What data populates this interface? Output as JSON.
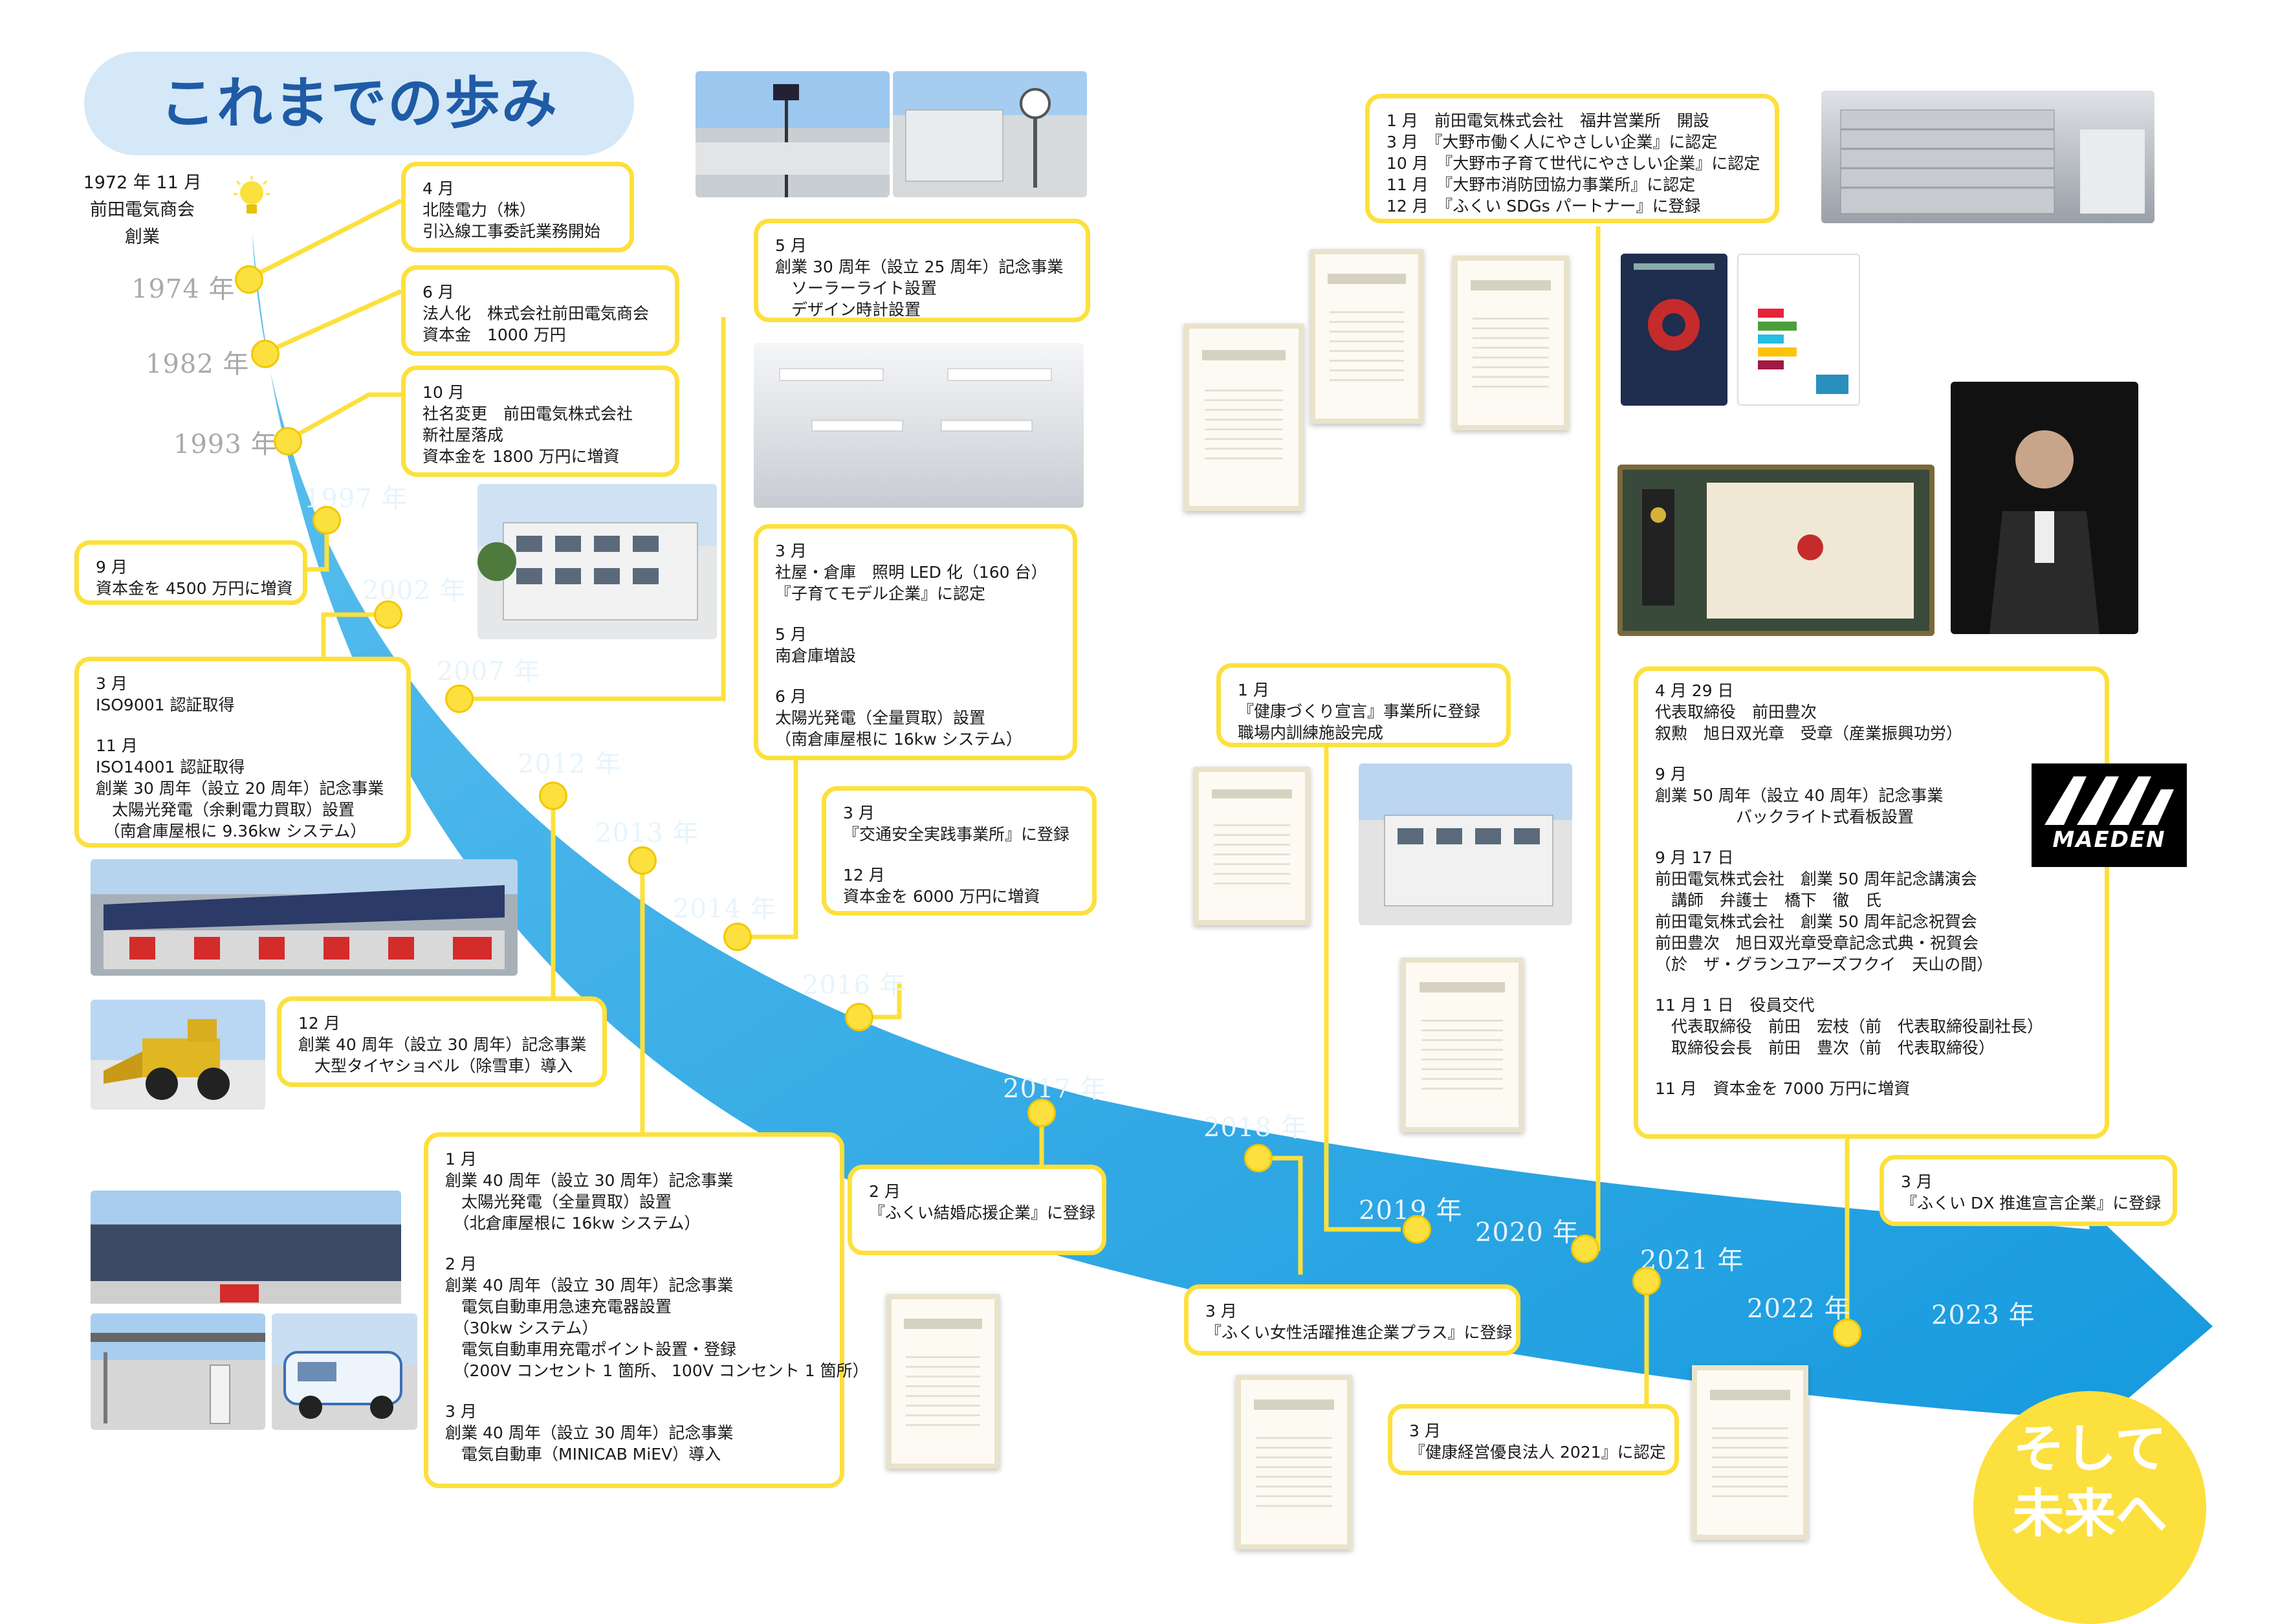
{
  "title": "これまでの歩み",
  "origin": {
    "line1": "1972 年 11 月",
    "line2": "前田電気商会",
    "line3": "創業"
  },
  "years": [
    "1974 年",
    "1982 年",
    "1993 年",
    "1997 年",
    "2002 年",
    "2007 年",
    "2012 年",
    "2013 年",
    "2014 年",
    "2016 年",
    "2017 年",
    "2018 年",
    "2019 年",
    "2020 年",
    "2021 年",
    "2022 年",
    "2023 年"
  ],
  "events": [
    {
      "lines": [
        "4 月",
        "北陸電力（株）",
        "引込線工事委託業務開始"
      ]
    },
    {
      "lines": [
        "6 月",
        "法人化　株式会社前田電気商会",
        "資本金　1000 万円"
      ]
    },
    {
      "lines": [
        "10 月",
        "社名変更　前田電気株式会社",
        "新社屋落成",
        "資本金を 1800 万円に増資"
      ]
    },
    {
      "lines": [
        "9 月",
        "資本金を 4500 万円に増資"
      ]
    },
    {
      "lines": [
        "3 月",
        "ISO9001 認証取得",
        "",
        "11 月",
        "ISO14001 認証取得",
        "創業 30 周年（設立 20 周年）記念事業",
        "　太陽光発電（余剰電力買取）設置",
        "　（南倉庫屋根に 9.36kw システム）"
      ]
    },
    {
      "lines": [
        "5 月",
        "創業 30 周年（設立 25 周年）記念事業",
        "　ソーラーライト設置",
        "　デザイン時計設置"
      ]
    },
    {
      "lines": [
        "3 月",
        "社屋・倉庫　照明 LED 化（160 台）",
        "『子育てモデル企業』に認定",
        "",
        "5 月",
        "南倉庫増設",
        "",
        "6 月",
        "太陽光発電（全量買取）設置",
        "（南倉庫屋根に 16kw システム）"
      ]
    },
    {
      "lines": [
        "3 月",
        "『交通安全実践事業所』に登録",
        "",
        "12 月",
        "資本金を 6000 万円に増資"
      ]
    },
    {
      "lines": [
        "12 月",
        "創業 40 周年（設立 30 周年）記念事業",
        "　大型タイヤショベル（除雪車）導入"
      ]
    },
    {
      "lines": [
        "1 月",
        "創業 40 周年（設立 30 周年）記念事業",
        "　太陽光発電（全量買取）設置",
        "　（北倉庫屋根に 16kw システム）",
        "",
        "2 月",
        "創業 40 周年（設立 30 周年）記念事業",
        "　電気自動車用急速充電器設置",
        "　（30kw システム）",
        "　電気自動車用充電ポイント設置・登録",
        "　（200V コンセント 1 箇所、 100V コンセント 1 箇所）",
        "",
        "3 月",
        "創業 40 周年（設立 30 周年）記念事業",
        "　電気自動車（MINICAB MiEV）導入"
      ]
    },
    {
      "lines": [
        "2 月",
        "『ふくい結婚応援企業』に登録"
      ]
    },
    {
      "lines": [
        "1 月",
        "『健康づくり宣言』事業所に登録",
        "職場内訓練施設完成"
      ]
    },
    {
      "lines": [
        "3 月",
        "『ふくい女性活躍推進企業プラス』に登録"
      ]
    },
    {
      "lines": [
        "3 月",
        "『健康経営優良法人 2021』に認定"
      ]
    },
    {
      "lines": [
        "1 月　前田電気株式会社　福井営業所　開設",
        "3 月　『大野市働く人にやさしい企業』に認定",
        "10 月　『大野市子育て世代にやさしい企業』に認定",
        "11 月　『大野市消防団協力事業所』に認定",
        "12 月　『ふくい SDGs パートナー』に登録"
      ]
    },
    {
      "lines": [
        "4 月 29 日",
        "代表取締役　前田豊次",
        "叙勲　旭日双光章　受章（産業振興功労）",
        "",
        "9 月",
        "創業 50 周年（設立 40 周年）記念事業",
        "　　　　　バックライト式看板設置",
        "",
        "9 月 17 日",
        "前田電気株式会社　創業 50 周年記念講演会",
        "　講師　弁護士　橋下　徹　氏",
        "前田電気株式会社　創業 50 周年記念祝賀会",
        "前田豊次　旭日双光章受章記念式典・祝賀会",
        "（於　ザ・グランユアーズフクイ　天山の間）",
        "",
        "11 月 1 日　役員交代",
        "　代表取締役　前田　宏枝（前　代表取締役副社長）",
        "　取締役会長　前田　豊次（前　代表取締役）",
        "",
        "11 月　資本金を 7000 万円に増資"
      ]
    },
    {
      "lines": [
        "3 月",
        "『ふくい DX 推進宣言企業』に登録"
      ]
    }
  ],
  "logo": "MAEDEN",
  "future": {
    "line1": "そして",
    "line2": "未来へ"
  },
  "colors": {
    "ribbon": "#1aa1e3",
    "accent": "#fce03d",
    "title_bg": "#d5e8f7",
    "title_text": "#1f5ba6"
  },
  "icons": [
    "light-bulb-icon"
  ]
}
